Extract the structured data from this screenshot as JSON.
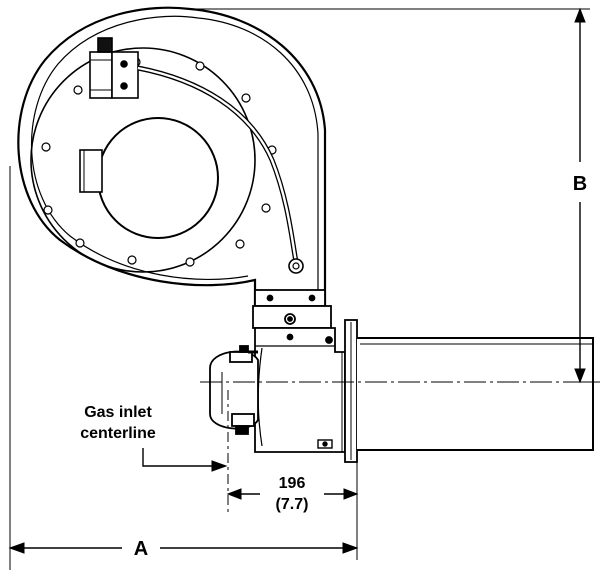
{
  "labels": {
    "dim_b": "B",
    "dim_a": "A",
    "gas_inlet_line1": "Gas inlet",
    "gas_inlet_line2": "centerline",
    "dim_196": "196",
    "dim_196_inch": "(7.7)"
  },
  "colors": {
    "ink": "#000000",
    "fill_light": "#f2f2f2",
    "fill_mid": "#d9d9d9",
    "background": "#ffffff"
  }
}
